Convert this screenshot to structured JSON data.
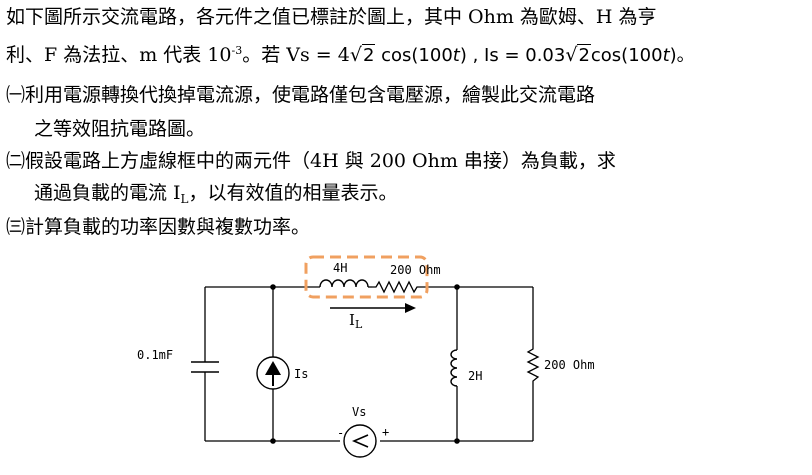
{
  "problem": {
    "line1": "如下圖所示交流電路，各元件之值已標註於圖上，其中 Ohm 為歐姆、H 為亨",
    "line2_a": "利、F 為法拉、m 代表 10",
    "line2_exp": "-3",
    "line2_b": "。若 Vs = 4",
    "sqrt_arg": "2",
    "line2_c": " cos(100",
    "t_var": "t",
    "line2_d": ") , Is = 0.03",
    "line2_e": "cos(100",
    "line2_f": ")。",
    "q1_line1": "㈠利用電源轉換代換掉電流源，使電路僅包含電壓源，繪製此交流電路",
    "q1_line2": "之等效阻抗電路圖。",
    "q2_line1": "㈡假設電路上方虛線框中的兩元件（4H 與 200 Ohm 串接）為負載，求",
    "q2_line2a": "通過負載的電流 I",
    "q2_sub": "L",
    "q2_line2b": "，以有效值的相量表示。",
    "q3": "㈢計算負載的功率因數與複數功率。"
  },
  "circuit": {
    "inductor_top_label": "4H",
    "resistor_top_label": "200 Ohm",
    "capacitor_label": "0.1mF",
    "current_source_label": "Is",
    "inductor_mid_label": "2H",
    "resistor_right_label": "200 Ohm",
    "voltage_source_label": "Vs",
    "minus_sign": "-",
    "plus_sign": "+",
    "current_label": "I",
    "current_sub": "L",
    "dashed_box_color": "#F0A060",
    "arrow_color": "#000000"
  }
}
